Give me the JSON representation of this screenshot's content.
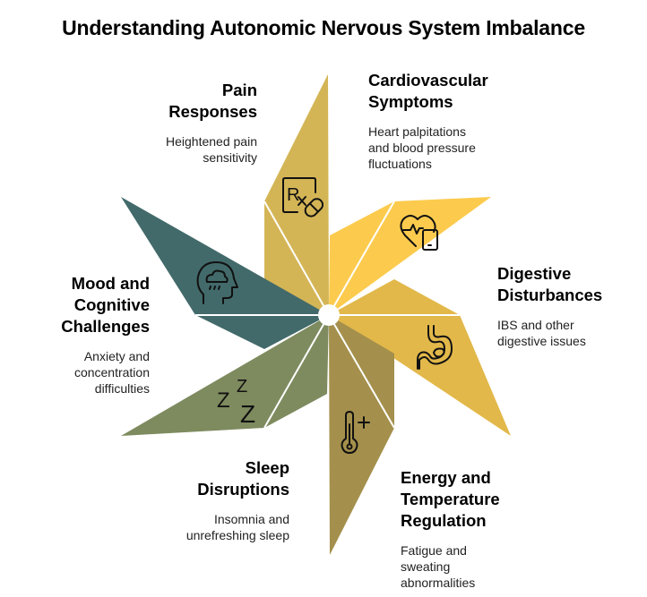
{
  "title": "Understanding Autonomic Nervous System Imbalance",
  "colors": {
    "pain": "#D4B556",
    "cardio": "#FCCB4E",
    "digestive": "#E2B84A",
    "energy": "#A4904C",
    "sleep": "#7E8B5F",
    "mood": "#436A6A",
    "hub": "#FFFFFF"
  },
  "segments": [
    {
      "id": "pain",
      "title": "Pain\nResponses",
      "description": "Heightened pain\nsensitivity",
      "icon": "prescription-pill-icon"
    },
    {
      "id": "cardio",
      "title": "Cardiovascular\nSymptoms",
      "description": "Heart palpitations\nand blood pressure\nfluctuations",
      "icon": "heart-monitor-icon"
    },
    {
      "id": "digestive",
      "title": "Digestive\nDisturbances",
      "description": "IBS and other\ndigestive issues",
      "icon": "stomach-icon"
    },
    {
      "id": "energy",
      "title": "Energy and\nTemperature\nRegulation",
      "description": "Fatigue and\nsweating\nabnormalities",
      "icon": "thermometer-icon"
    },
    {
      "id": "sleep",
      "title": "Sleep\nDisruptions",
      "description": "Insomnia and\nunrefreshing sleep",
      "icon": "sleep-zzz-icon"
    },
    {
      "id": "mood",
      "title": "Mood and\nCognitive\nChallenges",
      "description": "Anxiety and\nconcentration\ndifficulties",
      "icon": "head-cloud-icon"
    }
  ],
  "icons": {
    "rx_label": "R",
    "sleep_letters": [
      "Z",
      "Z",
      "Z"
    ]
  }
}
